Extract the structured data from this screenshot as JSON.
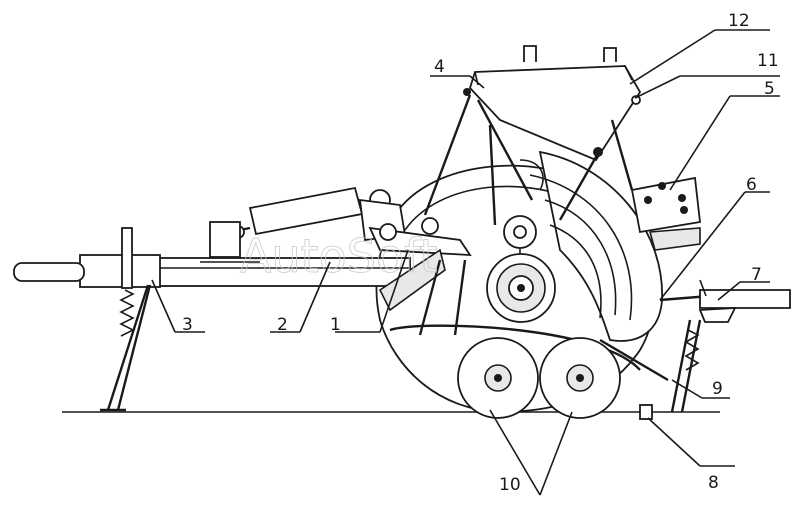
{
  "watermark": "AutoSoft",
  "labels": [
    {
      "id": "1",
      "text": "1"
    },
    {
      "id": "2",
      "text": "2"
    },
    {
      "id": "3",
      "text": "3"
    },
    {
      "id": "4",
      "text": "4"
    },
    {
      "id": "5",
      "text": "5"
    },
    {
      "id": "6",
      "text": "6"
    },
    {
      "id": "7",
      "text": "7"
    },
    {
      "id": "8",
      "text": "8"
    },
    {
      "id": "9",
      "text": "9"
    },
    {
      "id": "10",
      "text": "10"
    },
    {
      "id": "11",
      "text": "11"
    },
    {
      "id": "12",
      "text": "12"
    }
  ]
}
